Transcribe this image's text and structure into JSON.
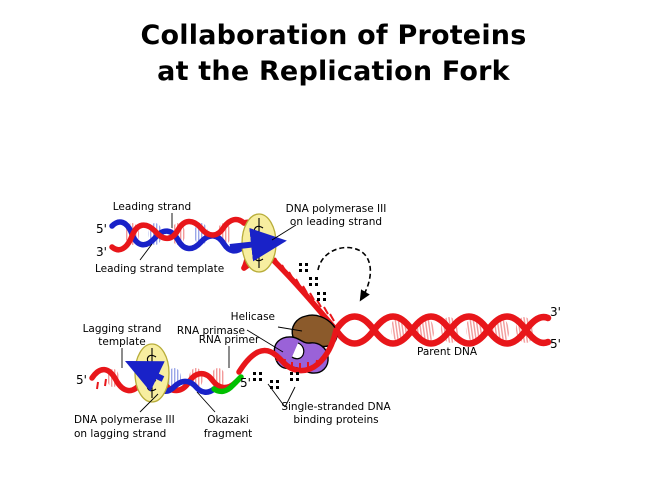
{
  "title": {
    "line1": "Collaboration of Proteins",
    "line2": "at the Replication Fork"
  },
  "colors": {
    "background": "#ffffff",
    "text": "#000000",
    "dna_red": "#e8161a",
    "dna_red_rung": "#f4a0a0",
    "dna_blue": "#1922c8",
    "dna_blue_rung": "#a9b0ea",
    "rna_primer_green": "#00c000",
    "helicase_brown": "#8b5a2b",
    "primase_purple": "#9a62d8",
    "polymerase_yellow": "#f7eea0"
  },
  "diagram": {
    "name": "dna-replication-fork",
    "labels": {
      "leading_strand": "Leading strand",
      "leading_strand_template": "Leading strand template",
      "dna_pol_iii_leading_l1": "DNA polymerase III",
      "dna_pol_iii_leading_l2": "on leading strand",
      "helicase": "Helicase",
      "rna_primase": "RNA primase",
      "rna_primer": "RNA primer",
      "lagging_strand_template_l1": "Lagging strand",
      "lagging_strand_template_l2": "template",
      "dna_pol_iii_lagging_l1": "DNA polymerase III",
      "dna_pol_iii_lagging_l2": "on lagging strand",
      "okazaki_l1": "Okazaki",
      "okazaki_l2": "fragment",
      "ssb_l1": "Single-stranded DNA",
      "ssb_l2": "binding proteins",
      "parent_dna": "Parent DNA"
    },
    "prime_ends": {
      "leading_top_left": "5'",
      "leading_bottom_left": "3'",
      "lagging_left": "5'",
      "lagging_right": "5'",
      "parent_top_right": "3'",
      "parent_bottom_right": "5'"
    },
    "icons": {
      "polymerase_leading": "polymerase-ellipse-icon",
      "polymerase_lagging": "polymerase-ellipse-icon",
      "helicase": "helicase-blob-icon",
      "primase": "primase-blob-icon",
      "ssb_cluster": "ssb-dot-cluster-icon",
      "motion_arrow": "curved-motion-arrow-icon",
      "synthesis_arrow": "synthesis-arrow-icon"
    }
  }
}
